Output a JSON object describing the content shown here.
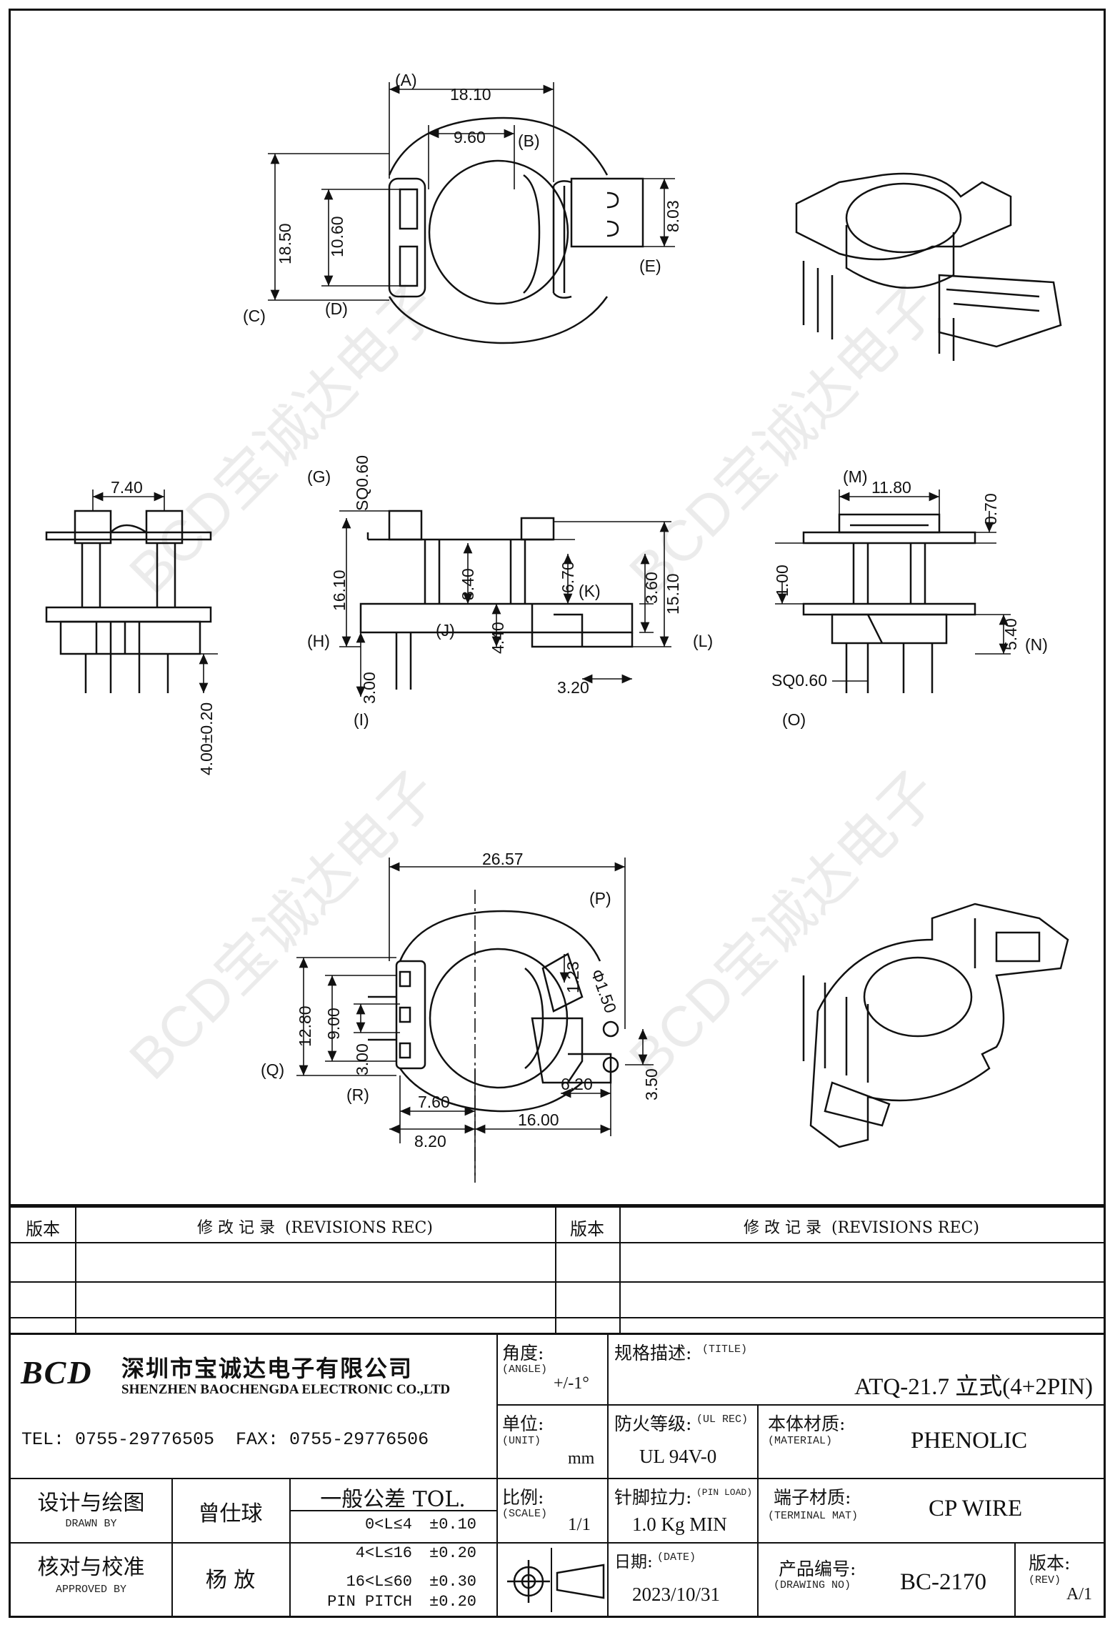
{
  "dimensions": {
    "top_view": {
      "A": "(A)",
      "B": "(B)",
      "C": "(C)",
      "D": "(D)",
      "E": "(E)",
      "w1": "18.10",
      "w2": "9.60",
      "h1": "18.50",
      "h2": "10.60",
      "h3": "8.03"
    },
    "front_view": {
      "w": "7.40",
      "h": "4.00±0.20"
    },
    "side_view": {
      "G": "(G)",
      "H": "(H)",
      "I": "(I)",
      "J": "(J)",
      "K": "(K)",
      "L": "(L)",
      "sq": "SQ0.60",
      "h1": "16.10",
      "h2": "8.40",
      "h3": "6.70",
      "h4": "3.60",
      "h5": "15.10",
      "h6": "4.40",
      "h7": "3.00",
      "w1": "3.20"
    },
    "right_view": {
      "M": "(M)",
      "N": "(N)",
      "O": "(O)",
      "w": "11.80",
      "t": "0.70",
      "h1": "1.00",
      "h2": "5.40",
      "sq": "SQ0.60"
    },
    "bottom_view": {
      "P": "(P)",
      "Q": "(Q)",
      "R": "(R)",
      "w": "26.57",
      "h1": "12.80",
      "h2": "9.00",
      "h3": "3.00",
      "h4": "1.23",
      "dia": "Φ1.50",
      "h5": "3.50",
      "w1": "7.60",
      "w2": "8.20",
      "w3": "16.00",
      "w4": "6.20"
    }
  },
  "revisions": {
    "col_version": "版本",
    "col_record": "修 改 记 录  (REVISIONS REC)"
  },
  "company": {
    "logo": "BCD",
    "name_cn": "深圳市宝诚达电子有限公司",
    "name_en": "SHENZHEN BAOCHENGDA ELECTRONIC CO.,LTD",
    "contact": "TEL: 0755-29776505  FAX: 0755-29776506",
    "watermark": "BCD宝诚达电子"
  },
  "titleblock": {
    "angle_label": "角度:",
    "angle_en": "(ANGLE)",
    "angle_value": "+/-1°",
    "title_label": "规格描述:",
    "title_en": "(TITLE)",
    "title_value": "ATQ-21.7 立式(4+2PIN)",
    "unit_label": "单位:",
    "unit_en": "(UNIT)",
    "unit_value": "mm",
    "ul_label": "防火等级:",
    "ul_en": "(UL REC)",
    "ul_value": "UL 94V-0",
    "material_label": "本体材质:",
    "material_en": "(MATERIAL)",
    "material_value": "PHENOLIC",
    "designer_label": "设计与绘图",
    "designer_en": "DRAWN BY",
    "designer_value": "曾仕球",
    "tol_label": "一般公差 TOL.",
    "tol_rows": [
      [
        "0<L≤4",
        "±0.10"
      ],
      [
        "4<L≤16",
        "±0.20"
      ],
      [
        "16<L≤60",
        "±0.30"
      ],
      [
        "PIN PITCH",
        "±0.20"
      ]
    ],
    "scale_label": "比例:",
    "scale_en": "(SCALE)",
    "scale_value": "1/1",
    "pin_label": "针脚拉力:",
    "pin_en": "(PIN LOAD)",
    "pin_value": "1.0 Kg MIN",
    "terminal_label": "端子材质:",
    "terminal_en": "(TERMINAL MAT)",
    "terminal_value": "CP WIRE",
    "approver_label": "核对与校准",
    "approver_en": "APPROVED BY",
    "approver_value": "杨 放",
    "date_label": "日期:",
    "date_en": "(DATE)",
    "date_value": "2023/10/31",
    "drawing_label": "产品编号:",
    "drawing_en": "(DRAWING NO)",
    "drawing_value": "BC-2170",
    "rev_label": "版本:",
    "rev_en": "(REV)",
    "rev_value": "A/1"
  }
}
